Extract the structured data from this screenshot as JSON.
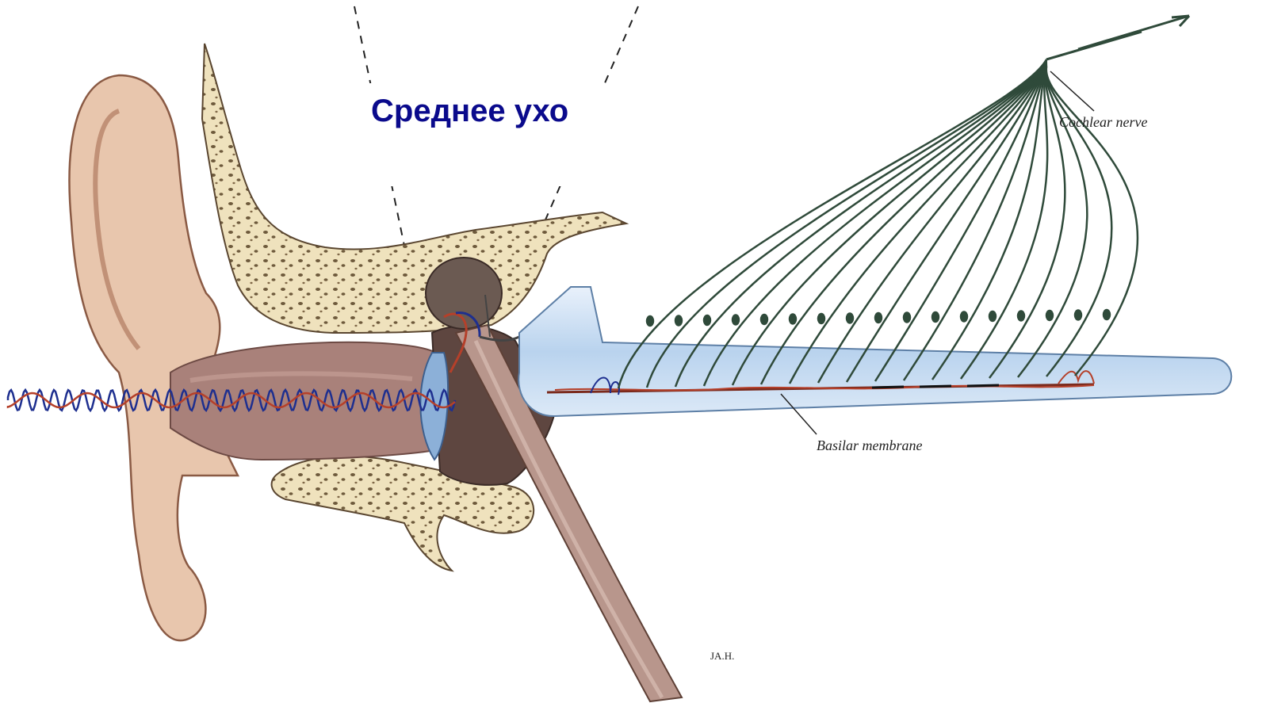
{
  "diagram": {
    "title": "Среднее ухо",
    "labels": {
      "cochlear_nerve": "Cochlear nerve",
      "basilar_membrane": "Basilar membrane",
      "initials": "JA.H."
    },
    "colors": {
      "title": "#0a0a8c",
      "bone": "#f2e6c0",
      "skin": "#e8c6ad",
      "canal": "#a8847c",
      "cochlea": "#cfe0f3",
      "wave_blue": "#1e2f8f",
      "wave_red": "#b5402a",
      "nerve": "#2f4a3a"
    },
    "icons": [
      "ear-pinna",
      "ear-canal",
      "eardrum",
      "ossicles",
      "eustachian-tube",
      "cochlea-duct",
      "nerve-fibers",
      "sound-wave"
    ]
  }
}
